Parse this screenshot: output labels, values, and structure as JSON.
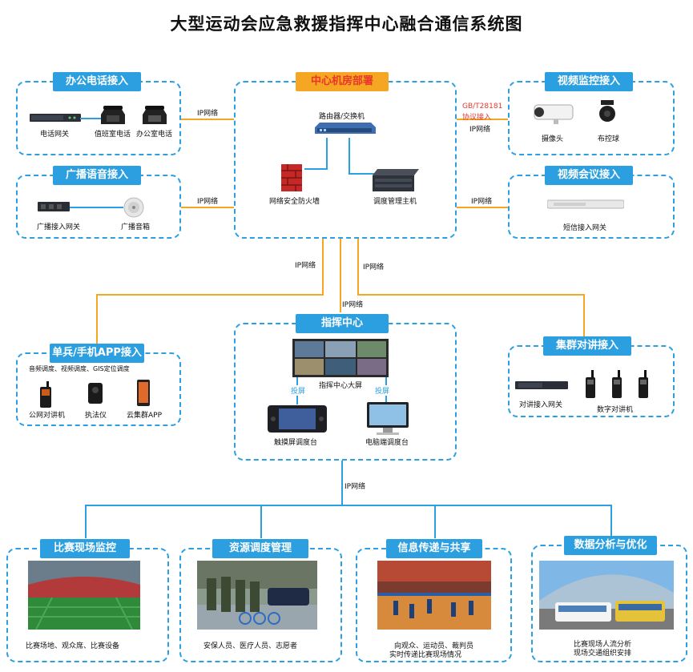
{
  "title": "大型运动会应急救援指挥中心融合通信系统图",
  "center": {
    "header": "中心机房部署",
    "router": "路由器/交换机",
    "firewall": "网络安全防火墙",
    "server": "调度管理主机"
  },
  "office_phone": {
    "header": "办公电话接入",
    "gateway": "电话网关",
    "duty_phone": "值班室电话",
    "office_phone": "办公室电话"
  },
  "broadcast": {
    "header": "广播语音接入",
    "gateway": "广播接入网关",
    "speaker": "广播音箱"
  },
  "video_monitor": {
    "header": "视频监控接入",
    "protocol_line1": "GB/T28181",
    "protocol_line2": "协议接入",
    "camera": "摄像头",
    "dome": "布控球"
  },
  "video_conf": {
    "header": "视频会议接入",
    "gateway": "短信接入网关"
  },
  "mobile": {
    "header": "单兵/手机APP接入",
    "features": "音频调度、视频调度、GIS定位调度",
    "poc": "公网对讲机",
    "recorder": "执法仪",
    "app": "云集群APP"
  },
  "command": {
    "header": "指挥中心",
    "screen": "指挥中心大屏",
    "cast_left": "投屏",
    "cast_right": "投屏",
    "touch": "触摸屏调度台",
    "pc": "电脑端调度台"
  },
  "cluster": {
    "header": "集群对讲接入",
    "gateway": "对讲接入网关",
    "radio": "数字对讲机"
  },
  "network_labels": {
    "ip1": "IP网络",
    "ip2": "IP网络",
    "ip3": "IP网络",
    "ip4": "IP网络",
    "ip5": "IP网络",
    "ip6": "IP网络",
    "ip7": "IP网络",
    "ip8": "IP网络"
  },
  "bottom": [
    {
      "header": "比赛现场监控",
      "caption1": "比赛场地、观众席、比赛设备",
      "caption2": ""
    },
    {
      "header": "资源调度管理",
      "caption1": "安保人员、医疗人员、志愿者",
      "caption2": ""
    },
    {
      "header": "信息传递与共享",
      "caption1": "向观众、运动员、裁判员",
      "caption2": "实时传递比赛现场情况"
    },
    {
      "header": "数据分析与优化",
      "caption1": "比赛现场人流分析",
      "caption2": "现场交通组织安排"
    }
  ],
  "colors": {
    "blue": "#2b9fe0",
    "orange": "#f5a623",
    "red": "#e8372a"
  }
}
